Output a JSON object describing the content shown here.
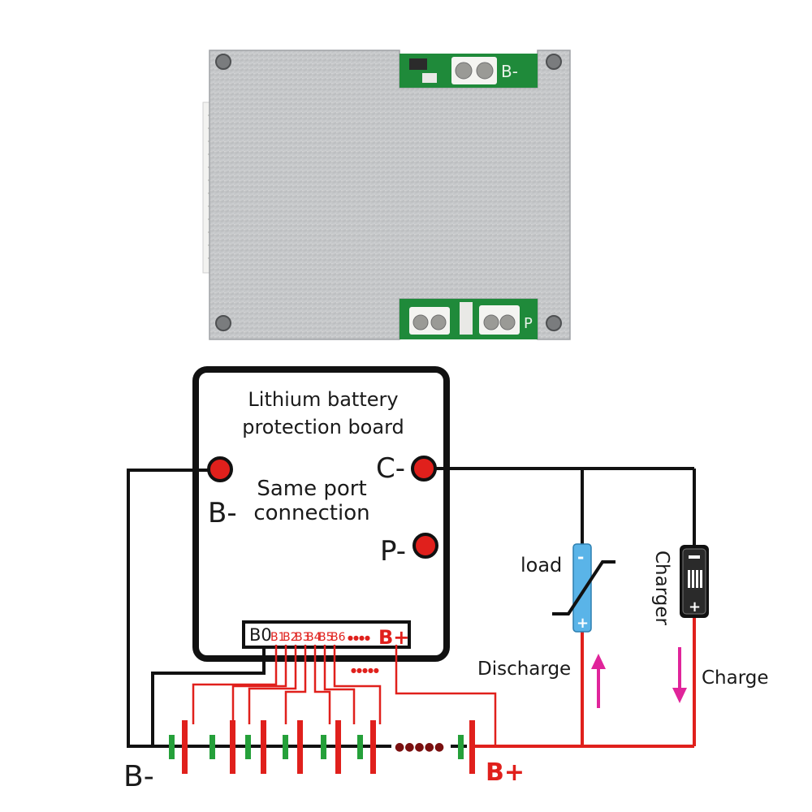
{
  "board_photo": {
    "top_right_silk": "B-",
    "bottom_right_silk": "P"
  },
  "diagram": {
    "board_title_line1": "Lithium battery",
    "board_title_line2": "protection board",
    "note_line1": "Same port",
    "note_line2": "connection",
    "port_b_minus": "B-",
    "port_c_minus": "C-",
    "port_p_minus": "P-",
    "balance_b0": "B0",
    "balance_labels": [
      "B1",
      "B2",
      "B3",
      "B4",
      "B5",
      "B6"
    ],
    "balance_dots": "●●●●",
    "balance_b_plus": "B+",
    "wire_dots": "●●●●●",
    "load_label": "load",
    "charger_label": "Charger",
    "discharge_label": "Discharge",
    "charge_label": "Charge",
    "pack_b_minus": "B-",
    "pack_b_plus": "B+",
    "cell_plus_sign": "+",
    "cell_minus_sign": "-"
  },
  "colors": {
    "wire_black": "#111111",
    "wire_red": "#e0201c",
    "terminal_red": "#e0201c",
    "cell_green": "#25a03a",
    "arrow_magenta": "#e0249a",
    "load_blue": "#5ab4e8",
    "pcb_green": "#1f8a3a",
    "metal_silver": "#c9cbcc"
  }
}
